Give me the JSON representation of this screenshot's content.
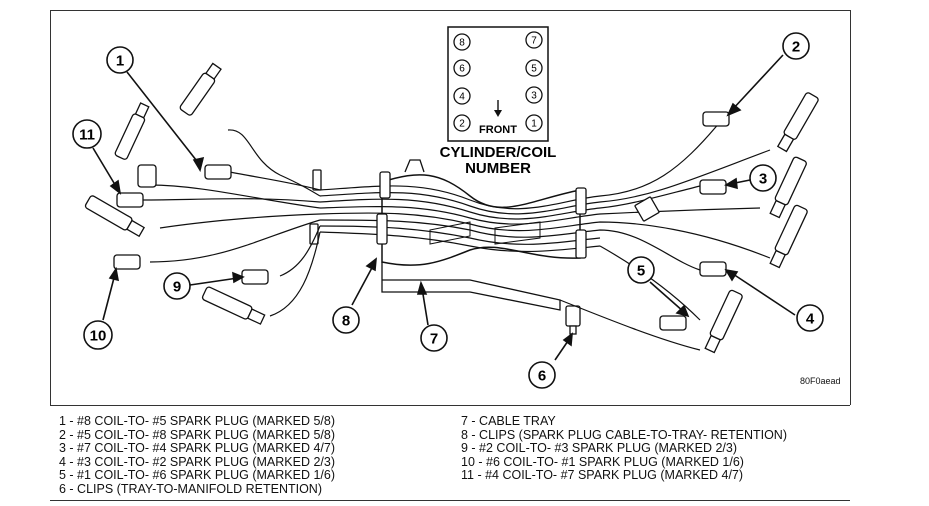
{
  "cylinder_grid": {
    "title_line1": "CYLINDER/COIL",
    "title_line2": "NUMBER",
    "front_label": "FRONT",
    "left_column": [
      "8",
      "6",
      "4",
      "2"
    ],
    "right_column": [
      "7",
      "5",
      "3",
      "1"
    ]
  },
  "callouts": [
    "1",
    "2",
    "3",
    "4",
    "5",
    "6",
    "7",
    "8",
    "9",
    "10",
    "11"
  ],
  "figure_code": "80F0aead",
  "legend": {
    "left": [
      "1 - #8 COIL-TO- #5 SPARK PLUG (MARKED 5/8)",
      "2 - #5 COIL-TO- #8 SPARK PLUG (MARKED 5/8)",
      "3 - #7 COIL-TO- #4 SPARK PLUG (MARKED 4/7)",
      "4 - #3 COIL-TO- #2 SPARK PLUG (MARKED 2/3)",
      "5 - #1 COIL-TO- #6 SPARK PLUG (MARKED 1/6)",
      "6 - CLIPS (TRAY-TO-MANIFOLD RETENTION)"
    ],
    "right": [
      "7 - CABLE TRAY",
      "8 - CLIPS (SPARK PLUG CABLE-TO-TRAY- RETENTION)",
      "9 - #2 COIL-TO- #3 SPARK PLUG (MARKED 2/3)",
      "10 - #6 COIL-TO- #1 SPARK PLUG (MARKED 1/6)",
      "11 - #4 COIL-TO- #7 SPARK PLUG (MARKED 4/7)"
    ]
  }
}
